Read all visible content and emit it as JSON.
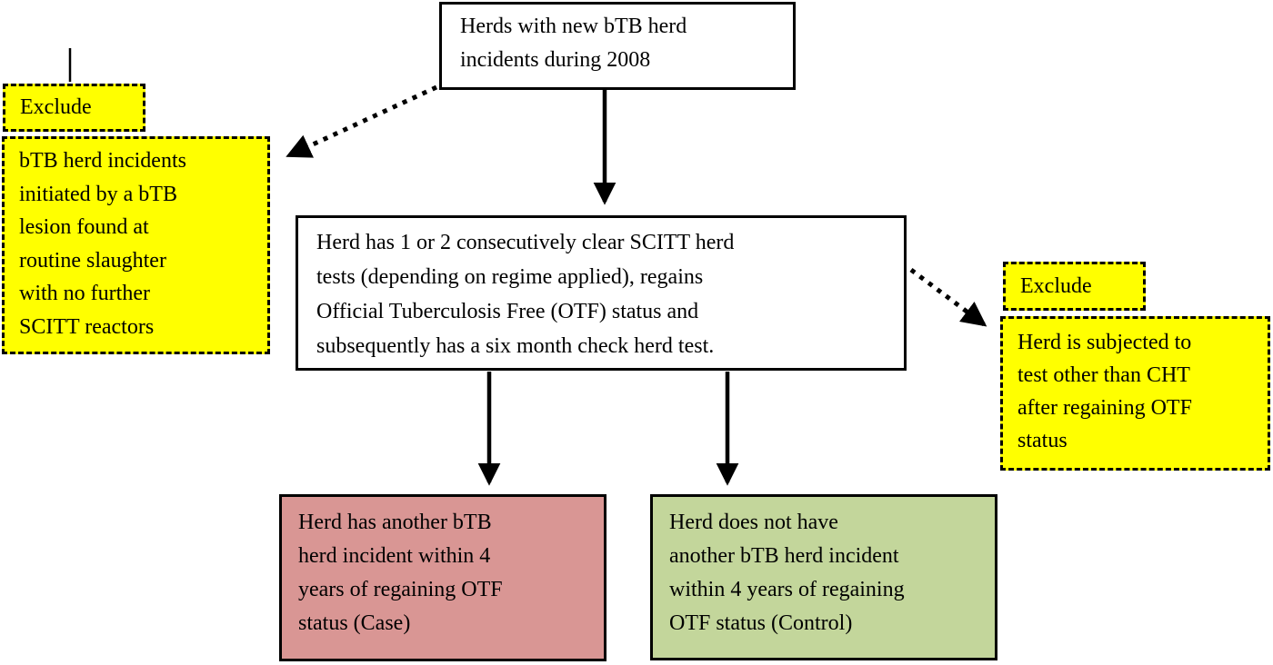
{
  "diagram": {
    "type": "flowchart",
    "subject": "bTB herd incident case-control selection",
    "nodes": {
      "top": {
        "text": "Herds with new bTB herd\nincidents during 2008"
      },
      "exclude_left_label": {
        "text": "Exclude"
      },
      "exclude_left_body": {
        "text": "bTB herd incidents\ninitiated by a bTB\nlesion found at\nroutine slaughter\nwith no further\nSCITT reactors"
      },
      "center": {
        "text": "Herd has 1 or 2 consecutively clear SCITT herd\ntests (depending on regime applied), regains\nOfficial Tuberculosis Free (OTF) status and\nsubsequently has a six month check herd test."
      },
      "exclude_right_label": {
        "text": "Exclude"
      },
      "exclude_right_body": {
        "text": "Herd is subjected to\ntest other than CHT\nafter regaining OTF\nstatus"
      },
      "case": {
        "text": "Herd has another bTB\nherd incident within 4\nyears of regaining OTF\nstatus (Case)"
      },
      "control": {
        "text": "Herd does not have\nanother bTB herd incident\nwithin 4 years of regaining\nOTF status (Control)"
      }
    },
    "colors": {
      "exclude_fill": "#ffff00",
      "case_fill": "#d99694",
      "control_fill": "#c3d69b",
      "plain_fill": "#ffffff",
      "line": "#000000"
    }
  }
}
